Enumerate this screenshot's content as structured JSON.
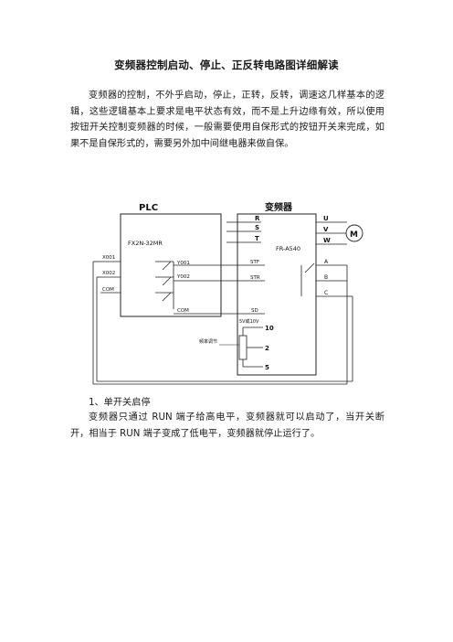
{
  "title": "变频器控制启动、停止、正反转电路图详细解读",
  "intro_paragraph": "变频器的控制，不外乎启动，停止，正转，反转，调速这几样基本的逻辑，这些逻辑基本上要求是电平状态有效，而不是上升边缘有效，所以使用按钮开关控制变频器的时候，一般需要使用自保形式的按钮开关来完成，如果不是自保形式的，需要另外加中间继电器来做自保。",
  "diagram": {
    "plc_label": "PLC",
    "plc_model": "FX2N-32MR",
    "plc_inputs": [
      "X001",
      "X002",
      "COM"
    ],
    "plc_outputs": [
      "Y001",
      "Y002",
      "COM"
    ],
    "vfd_label": "变频器",
    "vfd_model": "FR-A540",
    "power_terminals": [
      "R",
      "S",
      "T"
    ],
    "motor_terminals": [
      "U",
      "V",
      "W"
    ],
    "motor_label": "M",
    "control_terminals": [
      "STF",
      "STR",
      "SD"
    ],
    "relay_terminals": [
      "A",
      "B",
      "C"
    ],
    "analog_terminals": [
      "10",
      "2",
      "5"
    ],
    "pot_voltage": "5V或10V",
    "pot_label": "频率调节"
  },
  "section_heading": "1、单开关启停",
  "section_paragraph": "变频器只通过 RUN 端子给高电平，变频器就可以启动了，当开关断开，相当于 RUN 端子变成了低电平，变频器就停止运行了。"
}
